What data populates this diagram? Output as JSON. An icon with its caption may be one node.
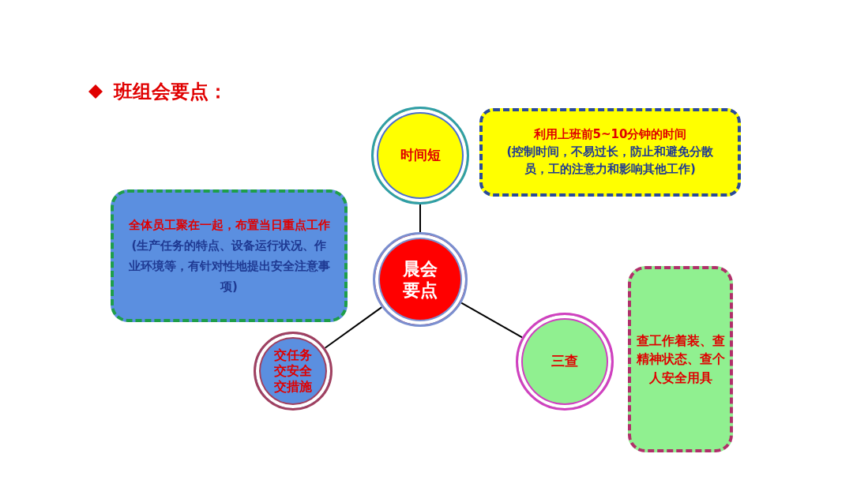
{
  "diagram": {
    "title": "班组会要点：",
    "nodes": [
      {
        "text": [
          "晨会要点"
        ]
      },
      {
        "text": [
          "时间短"
        ]
      },
      {
        "text": [
          "利用上班前5~10分钟的时间",
          "(控制时间，不易过长，防止和避免分散员，工的注意力和影响其他工作)"
        ]
      },
      {
        "text": [
          "全体员工聚在一起，布置当日重点工作",
          "(生产任务的特点、设备运行状况、作业环境等，有针对性地提出安全注意事项)"
        ]
      },
      {
        "text": [
          "交任务交安全交措施"
        ]
      },
      {
        "text": [
          "三查"
        ]
      },
      {
        "text": [
          "查工作着装、查精神状态、查个人安全用具"
        ]
      }
    ],
    "edges": [
      {
        "from": 0,
        "to": 1,
        "arrow": "none"
      },
      {
        "from": 0,
        "to": 4,
        "arrow": "none"
      },
      {
        "from": 0,
        "to": 5,
        "arrow": "none"
      }
    ]
  }
}
